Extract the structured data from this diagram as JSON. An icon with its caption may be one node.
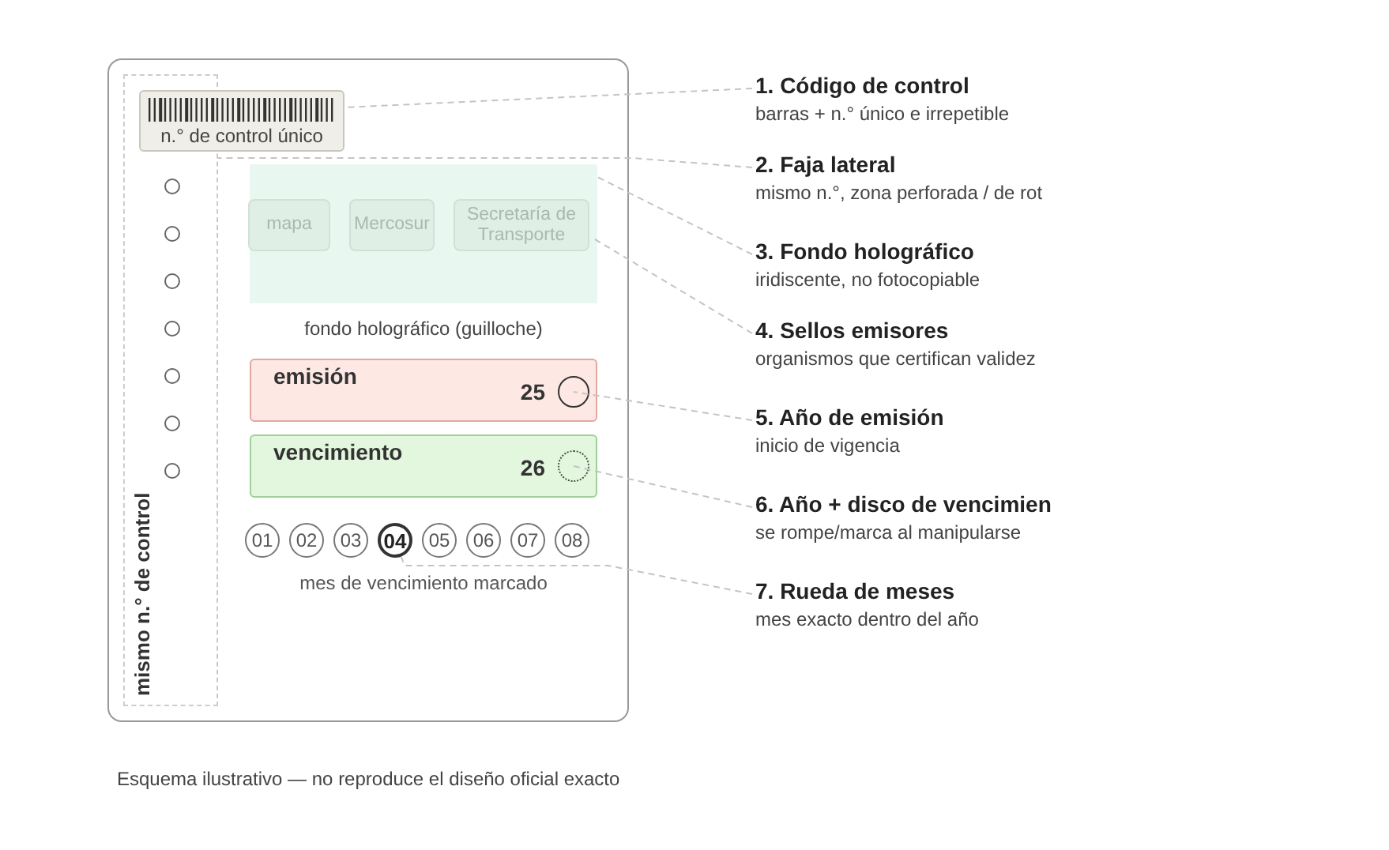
{
  "diagram": {
    "caption": "Esquema ilustrativo — no reproduce el diseño oficial exacto",
    "nodes": [
      {
        "text": [],
        "shape": "box"
      },
      {
        "text": [
          "n.° de control único"
        ],
        "in": 0
      },
      {
        "text": [
          "mismo n.° de control"
        ],
        "in": 0
      },
      {
        "text": [],
        "shape": "box",
        "in": 0,
        "beside": [
          "fondo holográfico (guilloche)"
        ]
      },
      {
        "text": [
          "mapa"
        ],
        "in": 3
      },
      {
        "text": [
          "Mercosur"
        ],
        "in": 3
      },
      {
        "text": [
          "Secretaría de Transporte"
        ],
        "in": 3
      },
      {
        "text": [
          "emisión",
          "25"
        ],
        "in": 0
      },
      {
        "text": [],
        "shape": "circle",
        "in": 7
      },
      {
        "text": [
          "vencimiento",
          "26"
        ],
        "in": 0
      },
      {
        "text": [],
        "shape": "circle",
        "in": 9
      },
      {
        "text": [
          "01"
        ],
        "in": 0
      },
      {
        "text": [
          "02"
        ],
        "in": 0
      },
      {
        "text": [
          "03"
        ],
        "in": 0
      },
      {
        "text": [
          "04"
        ],
        "in": 0
      },
      {
        "text": [
          "05"
        ],
        "in": 0
      },
      {
        "text": [
          "06"
        ],
        "in": 0
      },
      {
        "text": [
          "07"
        ],
        "in": 0
      },
      {
        "text": [
          "08"
        ],
        "in": 0
      },
      {
        "text": [
          "1. Código de control",
          "barras + n.° único e irrepetible"
        ]
      },
      {
        "text": [
          "2. Faja lateral",
          "mismo n.°, zona perforada / de rot"
        ]
      },
      {
        "text": [
          "3. Fondo holográfico",
          "iridiscente, no fotocopiable"
        ]
      },
      {
        "text": [
          "4. Sellos emisores",
          "organismos que certifican validez"
        ]
      },
      {
        "text": [
          "5. Año de emisión",
          "inicio de vigencia"
        ]
      },
      {
        "text": [
          "6. Año + disco de vencimien",
          "se rompe/marca al manipularse"
        ]
      },
      {
        "text": [
          "7. Rueda de meses",
          "mes exacto dentro del año"
        ]
      }
    ],
    "edges": [
      {
        "from": 19,
        "to": 1,
        "arrow": "none",
        "style": "dashed"
      },
      {
        "from": 20,
        "to": 2,
        "arrow": "none",
        "style": "dashed"
      },
      {
        "from": 21,
        "to": 3,
        "arrow": "none",
        "style": "dashed"
      },
      {
        "from": 22,
        "to": 6,
        "arrow": "none",
        "style": "dashed"
      },
      {
        "from": 23,
        "to": 8,
        "arrow": "none",
        "style": "dashed"
      },
      {
        "from": 24,
        "to": 10,
        "arrow": "none",
        "style": "dashed"
      },
      {
        "from": 25,
        "to": 14,
        "arrow": "none",
        "style": "dashed"
      }
    ],
    "labels": [
      "mes de vencimiento marcado"
    ]
  }
}
